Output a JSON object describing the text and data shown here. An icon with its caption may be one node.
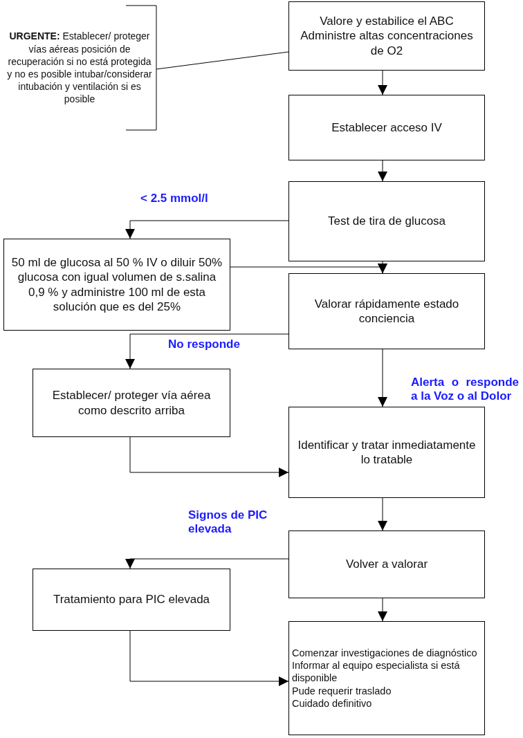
{
  "diagram": {
    "nodes": [
      {
        "text": [
          "**URGENTE:** Establecer/ proteger vías aéreas posición de recuperación si no está protegida y no es posible intubar/considerar intubación y ventilación si es posible"
        ]
      },
      {
        "text": [
          "Valore y estabilice el  ABC",
          "Administre altas concentraciones de O2"
        ]
      },
      {
        "text": [
          "Establecer acceso IV"
        ]
      },
      {
        "text": [
          "Test de tira de glucosa"
        ]
      },
      {
        "text": [
          "50 ml de glucosa al 50 % IV o diluir 50% glucosa con igual volumen de s.salina 0,9 % y administre 100 ml de esta solución que es del 25%"
        ]
      },
      {
        "text": [
          "Valorar rápidamente estado conciencia"
        ]
      },
      {
        "text": [
          "Establecer/ proteger vía aérea como descrito arriba"
        ]
      },
      {
        "text": [
          "Identificar  y tratar inmediatamente lo tratable"
        ]
      },
      {
        "text": [
          "Volver a valorar"
        ]
      },
      {
        "text": [
          "Tratamiento para PIC elevada"
        ]
      },
      {
        "text": [
          "Comenzar investigaciones de diagnóstico",
          "Informar al equipo especialista si está disponible",
          "Pude requerir traslado",
          "Cuidado definitivo"
        ]
      }
    ],
    "edges": [
      {
        "from": 0,
        "to": 1,
        "arrow": "none"
      },
      {
        "from": 1,
        "to": 2,
        "arrow": "to"
      },
      {
        "from": 2,
        "to": 3,
        "arrow": "to"
      },
      {
        "from": 3,
        "to": 4,
        "arrow": "to",
        "label": "< 2.5 mmol/l"
      },
      {
        "from": 4,
        "to": 5,
        "arrow": "to"
      },
      {
        "from": 3,
        "to": 5,
        "arrow": "to"
      },
      {
        "from": 5,
        "to": 6,
        "arrow": "to",
        "label": "No responde"
      },
      {
        "from": 5,
        "to": 7,
        "arrow": "to",
        "label": "Alerta o responde a la Voz o al Dolor"
      },
      {
        "from": 6,
        "to": 7,
        "arrow": "to"
      },
      {
        "from": 7,
        "to": 8,
        "arrow": "to"
      },
      {
        "from": 8,
        "to": 9,
        "arrow": "to",
        "label": "Signos de PIC elevada"
      },
      {
        "from": 8,
        "to": 10,
        "arrow": "to"
      },
      {
        "from": 9,
        "to": 10,
        "arrow": "to"
      }
    ]
  }
}
